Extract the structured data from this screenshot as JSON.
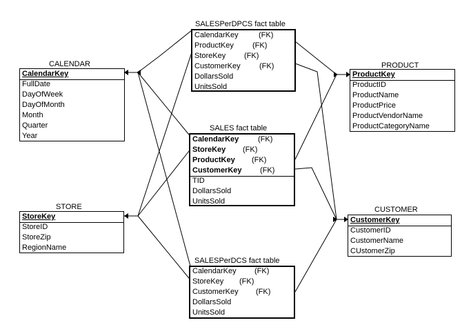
{
  "tables": {
    "sales_dpcs": {
      "title": "SALESPerDPCS fact table",
      "rows": [
        {
          "name": "CalendarKey",
          "fk": "(FK)"
        },
        {
          "name": "ProductKey",
          "fk": "(FK)"
        },
        {
          "name": "StoreKey",
          "fk": "(FK)"
        },
        {
          "name": "CustomerKey",
          "fk": "(FK)"
        },
        {
          "name": "DollarsSold",
          "fk": ""
        },
        {
          "name": "UnitsSold",
          "fk": ""
        }
      ]
    },
    "calendar": {
      "title": "CALENDAR",
      "key": "CalendarKey",
      "rows": [
        {
          "name": "FullDate"
        },
        {
          "name": "DayOfWeek"
        },
        {
          "name": "DayOfMonth"
        },
        {
          "name": "Month"
        },
        {
          "name": "Quarter"
        },
        {
          "name": "Year"
        }
      ]
    },
    "product": {
      "title": "PRODUCT",
      "key": "ProductKey",
      "rows": [
        {
          "name": "ProductID"
        },
        {
          "name": "ProductName"
        },
        {
          "name": "ProductPrice"
        },
        {
          "name": "ProductVendorName"
        },
        {
          "name": "ProductCategoryName"
        }
      ]
    },
    "sales": {
      "title": "SALES fact table",
      "key_rows": [
        {
          "name": "CalendarKey",
          "fk": "(FK)"
        },
        {
          "name": "StoreKey",
          "fk": "(FK)"
        },
        {
          "name": "ProductKey",
          "fk": "(FK)"
        },
        {
          "name": "CustomerKey",
          "fk": "(FK)"
        }
      ],
      "rows": [
        {
          "name": "TID"
        },
        {
          "name": "DollarsSold"
        },
        {
          "name": "UnitsSold"
        }
      ]
    },
    "store": {
      "title": "STORE",
      "key": "StoreKey",
      "rows": [
        {
          "name": "StoreID"
        },
        {
          "name": "StoreZip"
        },
        {
          "name": "RegionName"
        }
      ]
    },
    "customer": {
      "title": "CUSTOMER",
      "key": "CustomerKey",
      "rows": [
        {
          "name": "CustomerID"
        },
        {
          "name": "CustomerName"
        },
        {
          "name": "CUstomerZip"
        }
      ]
    },
    "sales_dcs": {
      "title": "SALESPerDCS fact table",
      "rows": [
        {
          "name": "CalendarKey",
          "fk": "(FK)"
        },
        {
          "name": "StoreKey",
          "fk": "(FK)"
        },
        {
          "name": "CustomerKey",
          "fk": "(FK)"
        },
        {
          "name": "DollarsSold",
          "fk": ""
        },
        {
          "name": "UnitsSold",
          "fk": ""
        }
      ]
    }
  }
}
